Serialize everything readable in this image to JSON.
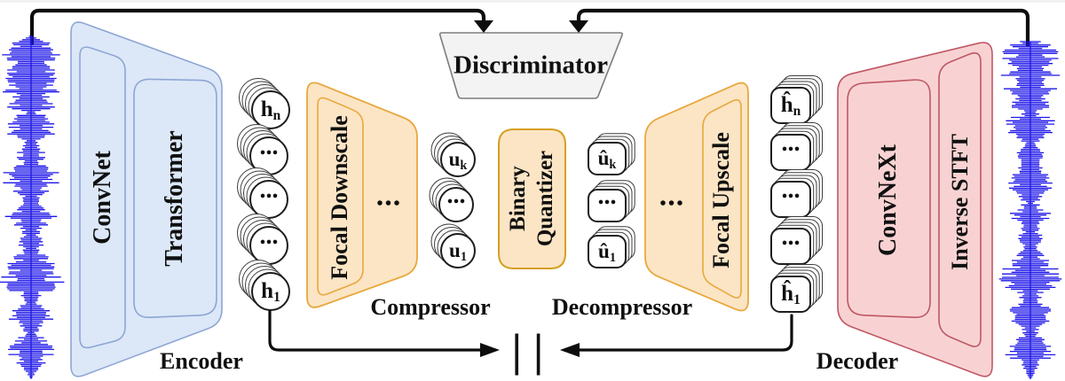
{
  "figure": {
    "discriminator": "Discriminator",
    "concat": "||",
    "encoder": {
      "label": "Encoder",
      "block1": "ConvNet",
      "block2": "Transformer"
    },
    "compressor": {
      "label": "Compressor",
      "block": "Focal Downscale",
      "dots": "..."
    },
    "quantizer": {
      "line1": "Binary",
      "line2": "Quantizer"
    },
    "decompressor": {
      "label": "Decompressor",
      "block": "Focal Upscale",
      "dots": "..."
    },
    "decoder": {
      "label": "Decoder",
      "block1": "ConvNeXt",
      "block2": "Inverse STFT"
    },
    "stacks": {
      "h": [
        {
          "base": "h",
          "sub": "n"
        },
        {
          "base": "..."
        },
        {
          "base": "..."
        },
        {
          "base": "..."
        },
        {
          "base": "h",
          "sub": "1"
        }
      ],
      "u": [
        {
          "base": "u",
          "sub": "k"
        },
        {
          "base": "..."
        },
        {
          "base": "u",
          "sub": "1"
        }
      ],
      "u_hat": [
        {
          "base": "û",
          "sub": "k"
        },
        {
          "base": "..."
        },
        {
          "base": "û",
          "sub": "1"
        }
      ],
      "h_hat": [
        {
          "base": "ĥ",
          "sub": "n"
        },
        {
          "base": "..."
        },
        {
          "base": "..."
        },
        {
          "base": "..."
        },
        {
          "base": "ĥ",
          "sub": "1"
        }
      ]
    },
    "colors": {
      "waveform": "#1c15e8",
      "encoder_fill": "#dce8f8",
      "encoder_border": "#8ea6d4",
      "decoder_fill": "#f8d2d2",
      "decoder_border": "#bf5865",
      "orange_fill": "#fce5c5",
      "orange_border": "#e8a83e",
      "gold_border": "#d5a021",
      "gray_fill": "#f3f3f3",
      "gray_border": "#7d7d7d",
      "line": "#0d0d0d"
    }
  }
}
